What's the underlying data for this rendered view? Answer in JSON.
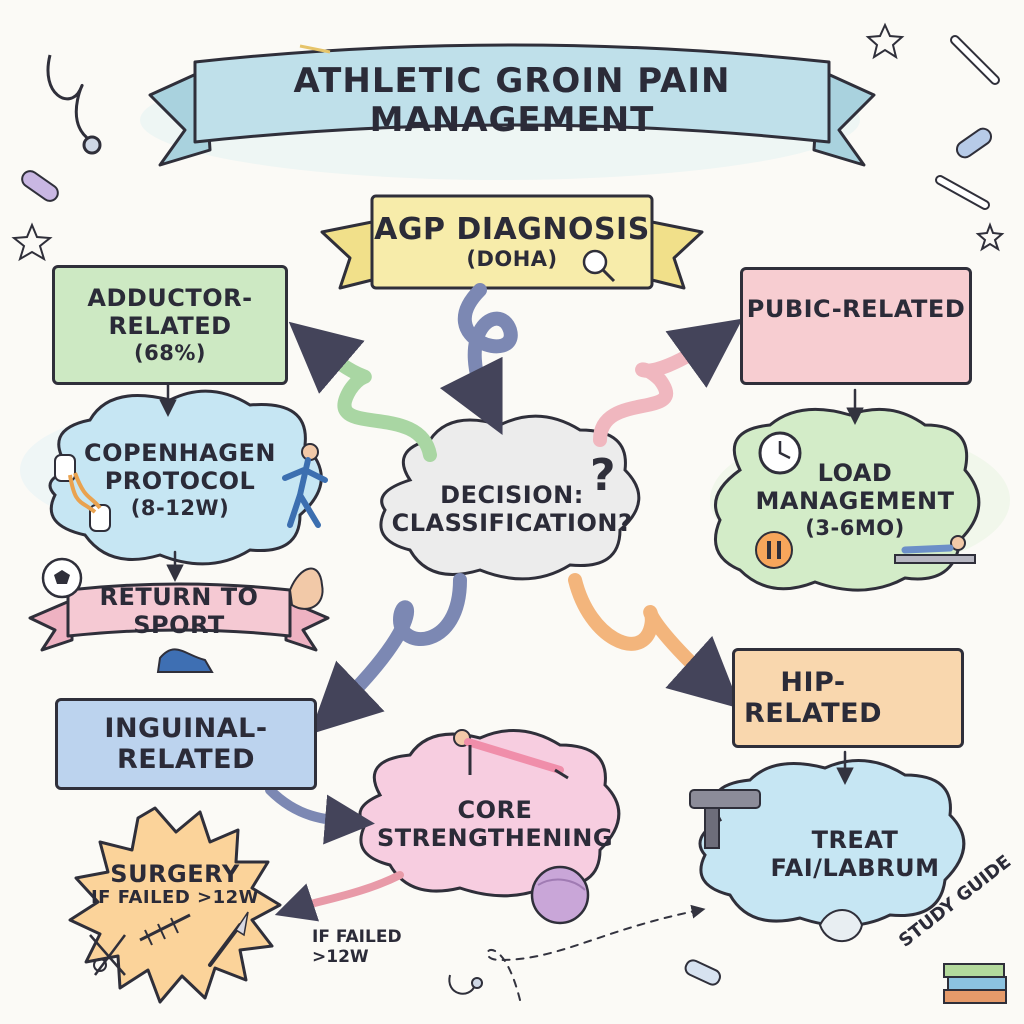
{
  "title": "ATHLETIC GROIN PAIN MANAGEMENT",
  "diagnosis": {
    "line1": "AGP DIAGNOSIS",
    "line2": "(DOHA)"
  },
  "decision": {
    "line1": "DECISION:",
    "line2": "CLASSIFICATION?"
  },
  "adductor": {
    "line1": "ADDUCTOR-",
    "line2": "RELATED",
    "line3": "(68%)"
  },
  "copenhagen": {
    "line1": "COPENHAGEN",
    "line2": "PROTOCOL",
    "line3": "(8-12W)"
  },
  "return_sport": "RETURN TO SPORT",
  "inguinal": {
    "line1": "INGUINAL-",
    "line2": "RELATED"
  },
  "core": {
    "line1": "CORE",
    "line2": "STRENGTHENING"
  },
  "surgery": {
    "line1": "SURGERY",
    "line2": "IF FAILED >12W"
  },
  "if_failed": {
    "line1": "IF FAILED",
    "line2": ">12W"
  },
  "pubic": "PUBIC-RELATED",
  "load": {
    "line1": "LOAD",
    "line2": "MANAGEMENT",
    "line3": "(3-6MO)"
  },
  "hip": {
    "line1": "HIP-",
    "line2": "RELATED"
  },
  "treat": {
    "line1": "TREAT",
    "line2": "FAI/LABRUM"
  },
  "study_guide": "STUDY GUIDE",
  "colors": {
    "ribbon_blue": "#bfe0ea",
    "ribbon_yellow": "#f7ecaa",
    "ribbon_pink": "#f5c9d3",
    "green": "#cde9c3",
    "red": "#f7cdd1",
    "blue": "#bcd3ee",
    "peach": "#f9d7ae",
    "cloud_blue": "#c6e6f3",
    "cloud_green": "#d3ecc8",
    "cloud_pink": "#f7cde0",
    "cloud_grey": "#ececec",
    "burst_orange": "#fbd39a"
  },
  "icons": [
    "muscle-icon",
    "soccer-ball-icon",
    "resistance-band-icon",
    "athlete-icon",
    "strong-arm-icon",
    "sneaker-icon",
    "pelvis-icon",
    "clock-icon",
    "pause-icon",
    "lying-person-icon",
    "belt-icon",
    "abs-icon",
    "plank-person-icon",
    "exercise-ball-icon",
    "scissors-icon",
    "scalpel-icon",
    "hip-joint-icon",
    "injection-gun-icon",
    "books-icon",
    "stethoscope-icon",
    "bone-icon",
    "pill-icon",
    "magnifier-icon",
    "question-mark-icon"
  ]
}
